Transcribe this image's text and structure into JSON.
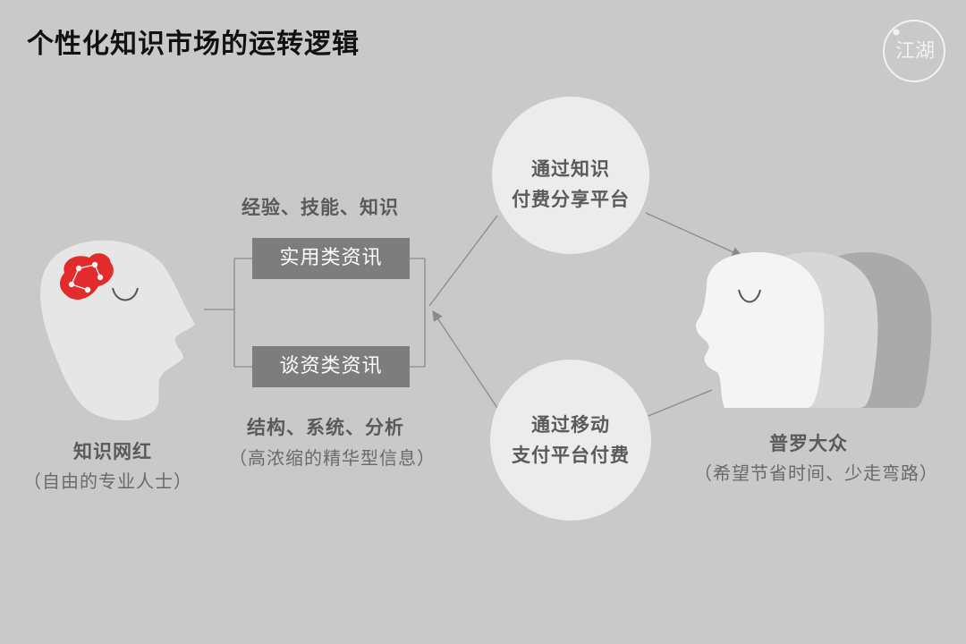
{
  "title": "个性化知识市场的运转逻辑",
  "logo": {
    "icon": "brand-seal-icon",
    "text": "江湖"
  },
  "creator": {
    "name": "知识网红",
    "desc": "（自由的专业人士）",
    "accent_color": "#e32b2b"
  },
  "skills_label": "经验、技能、知识",
  "box_practical": "实用类资讯",
  "box_talk": "谈资类资讯",
  "analysis_label": "结构、系统、分析",
  "analysis_desc": "（高浓缩的精华型信息）",
  "platform_top": {
    "line1": "通过知识",
    "line2": "付费分享平台"
  },
  "platform_bottom": {
    "line1": "通过移动",
    "line2": "支付平台付费"
  },
  "public": {
    "name": "普罗大众",
    "desc": "（希望节省时间、少走弯路）"
  }
}
